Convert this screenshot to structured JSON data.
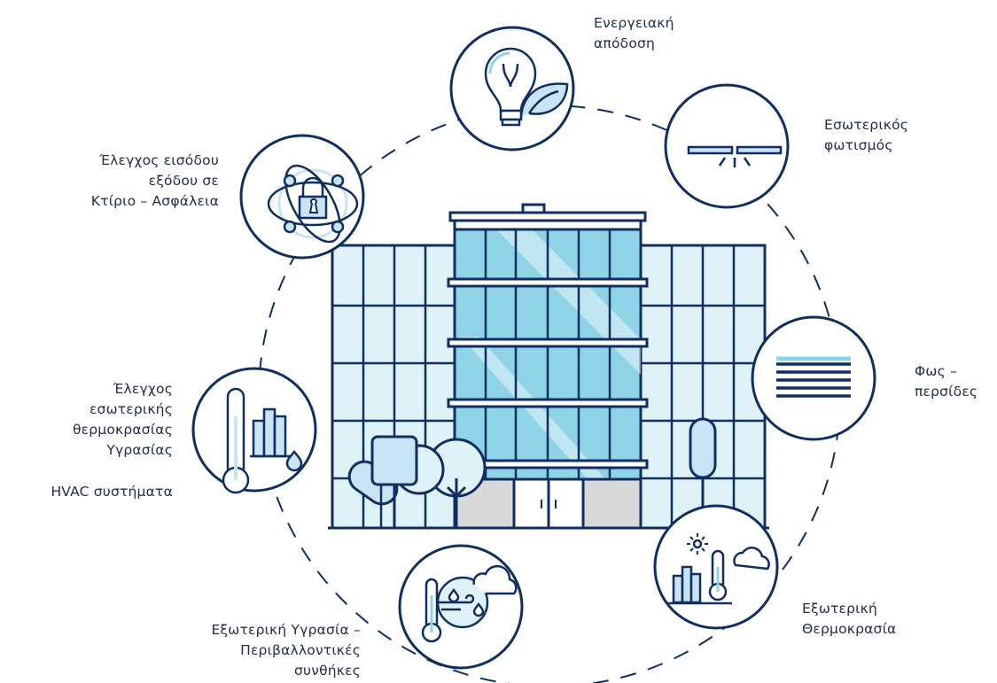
{
  "colors": {
    "navy": "#0f2f63",
    "glass": "#8fd3e6",
    "glass_light": "#dff2f8",
    "ground": "#d9d9d9",
    "light_blue": "#c8e4f4",
    "white": "#ffffff"
  },
  "labels": {
    "energy": [
      "Ενεργειακή",
      "απόδοση"
    ],
    "lighting": [
      "Εσωτερικός",
      "φωτισμός"
    ],
    "blinds": [
      "Φως –",
      "περσίδες"
    ],
    "outdoor_temp": [
      "Εξωτερική",
      "Θερμοκρασία"
    ],
    "outdoor_humidity": [
      "Εξωτερική Υγρασία –",
      "Περιβαλλοντικές",
      "συνθήκες"
    ],
    "indoor_climate": [
      "Έλεγχος",
      "εσωτερικής",
      "θερμοκρασίας",
      "Υγρασίας"
    ],
    "hvac": "HVAC συστήματα",
    "access": [
      "Έλεγχος εισόδου",
      "εξόδου σε",
      "Κτίριο – Ασφάλεια"
    ]
  },
  "icons": {
    "energy": "lightbulb-leaf-icon",
    "lighting": "ceiling-light-icon",
    "blinds": "blinds-icon",
    "outdoor_temp": "sun-thermometer-cloud-icon",
    "outdoor_humidity": "thermometer-wind-rain-icon",
    "indoor_climate": "thermometer-chart-drop-icon",
    "access": "padlock-network-icon"
  }
}
